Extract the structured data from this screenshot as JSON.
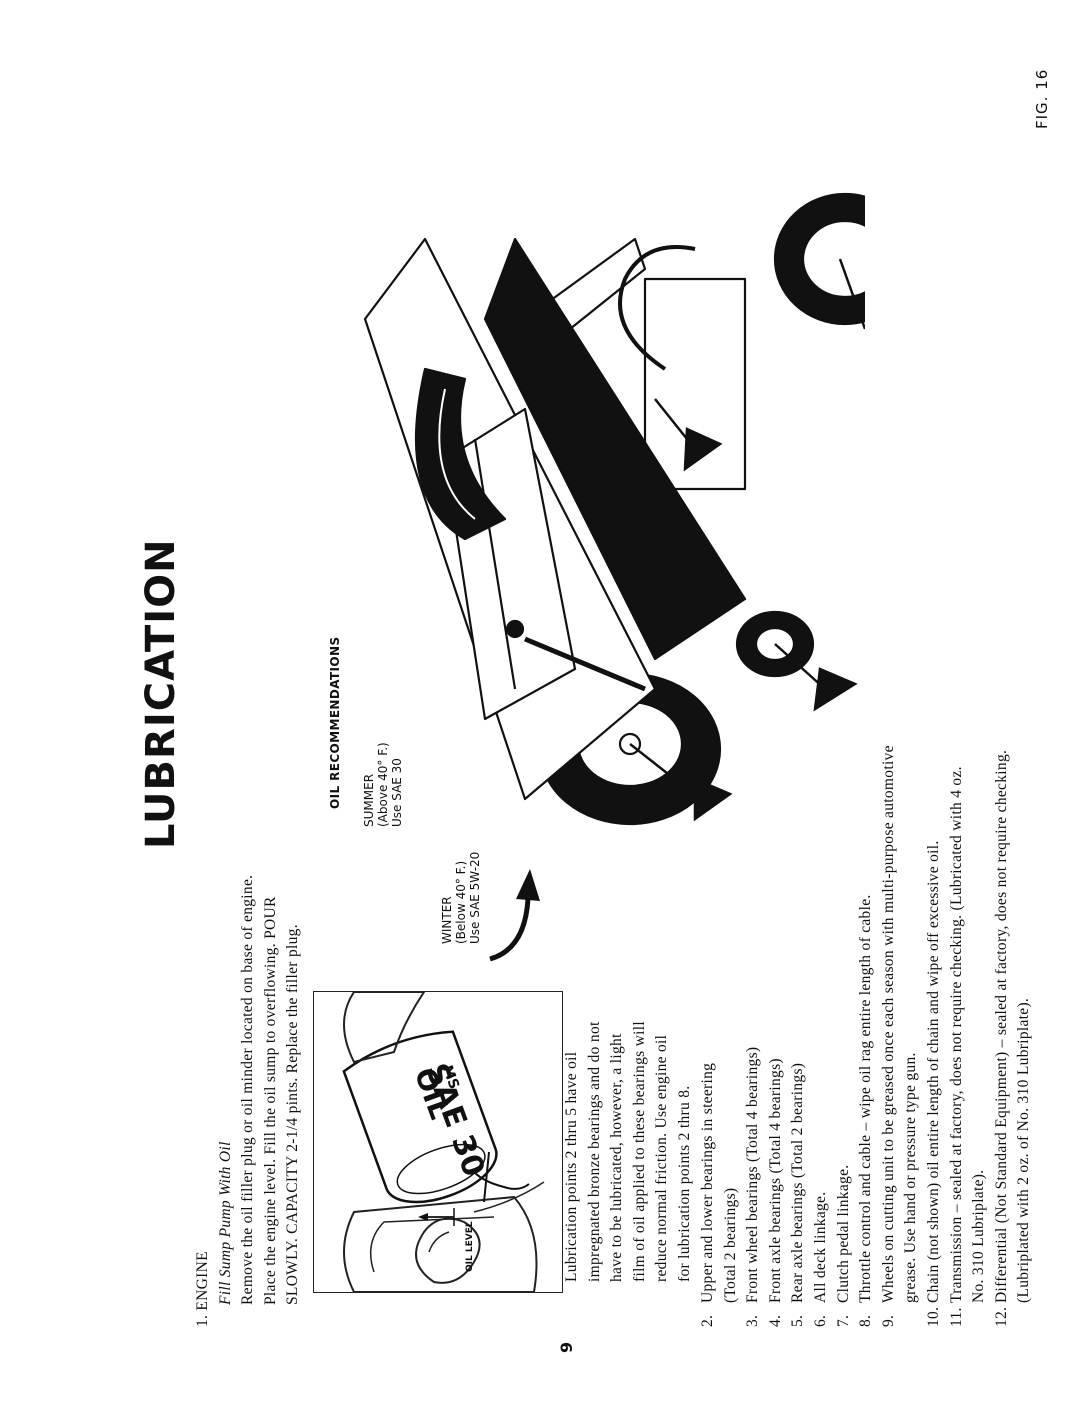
{
  "title": "LUBRICATION",
  "page_number": "9",
  "figure_label": "FIG. 16",
  "engine": {
    "heading": "1. ENGINE",
    "subheading": "Fill Sump Pump With Oil",
    "lines": [
      "Remove the oil filler plug or oil minder located on base of engine.",
      "Place the engine level. Fill the oil sump to overflowing. POUR",
      "SLOWLY. CAPACITY 2-1/4 pints. Replace the filler plug."
    ]
  },
  "oil_recommendations": {
    "heading": "OIL RECOMMENDATIONS",
    "summer": {
      "label": "SUMMER",
      "range": "(Above 40° F.)",
      "grade": "Use SAE 30"
    },
    "winter": {
      "label": "WINTER",
      "range": "(Below 40° F.)",
      "grade": "Use SAE 5W-20"
    }
  },
  "can_illustration": {
    "can_text_1": "SAE 30",
    "can_text_2": "OIL",
    "can_text_3": "MS",
    "oil_level_label": "OIL LEVEL"
  },
  "bearings_note": {
    "lines": [
      "Lubrication points 2 thru 5 have oil",
      "impregnated bronze bearings and do not",
      "have to be lubricated, however, a light",
      "film of oil applied to these bearings will",
      "reduce normal friction. Use engine oil",
      "for lubrication points 2 thru 8."
    ]
  },
  "points": [
    {
      "num": "2.",
      "lines": [
        "Upper and lower bearings in steering",
        "(Total 2 bearings)"
      ]
    },
    {
      "num": "3.",
      "lines": [
        "Front wheel bearings (Total 4 bearings)"
      ]
    },
    {
      "num": "4.",
      "lines": [
        "Front axle bearings (Total 4 bearings)"
      ]
    },
    {
      "num": "5.",
      "lines": [
        "Rear axle bearings (Total 2 bearings)"
      ]
    },
    {
      "num": "6.",
      "lines": [
        "All deck linkage."
      ]
    },
    {
      "num": "7.",
      "lines": [
        "Clutch pedal linkage."
      ]
    },
    {
      "num": "8.",
      "lines": [
        "Throttle control and cable  –  wipe oil rag entire length of cable."
      ]
    },
    {
      "num": "9.",
      "lines": [
        "Wheels on cutting unit to be greased once each season with multi-purpose automotive",
        "grease. Use hand or pressure type gun."
      ]
    },
    {
      "num": "10.",
      "lines": [
        "Chain (not shown) oil entire length of chain and wipe off excessive oil."
      ]
    },
    {
      "num": "11.",
      "lines": [
        "Transmission – sealed at factory, does not require checking. (Lubricated with 4 oz.",
        "No. 310 Lubriplate)."
      ]
    },
    {
      "num": "12.",
      "lines": [
        "Differential (Not Standard Equipment) – sealed at factory, does not require checking.",
        "(Lubriplated with 2 oz. of No. 310 Lubriplate)."
      ]
    }
  ]
}
